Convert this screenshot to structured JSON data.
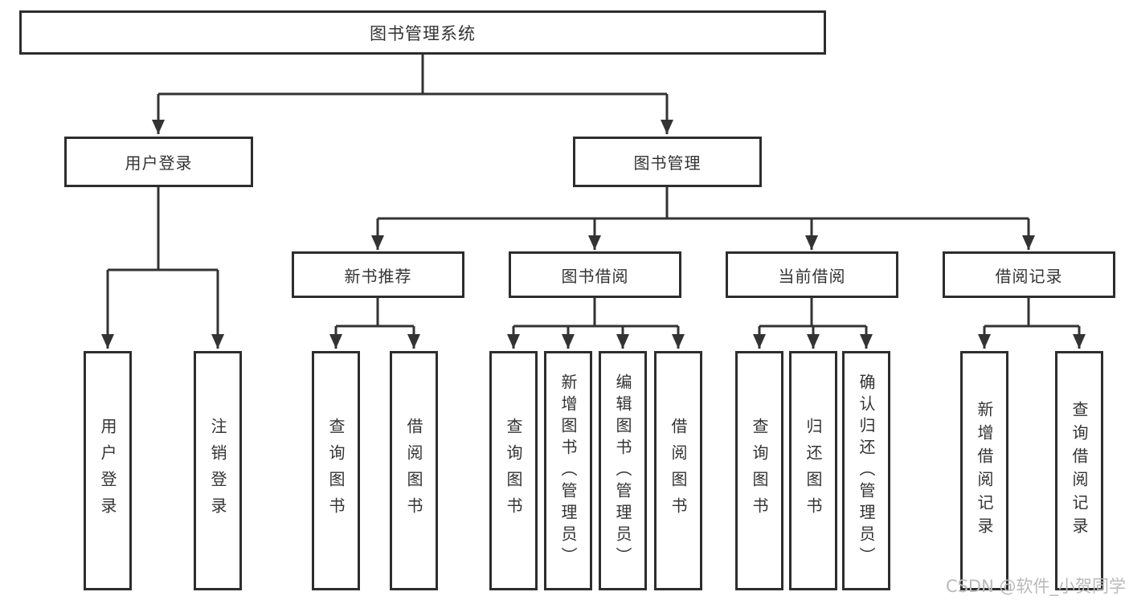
{
  "tree": {
    "root": {
      "label": "图书管理系统"
    },
    "children": [
      {
        "label": "用户登录",
        "children": [
          {
            "label": "用户登录"
          },
          {
            "label": "注销登录"
          }
        ]
      },
      {
        "label": "图书管理",
        "children": [
          {
            "label": "新书推荐",
            "children": [
              {
                "label": "查询图书"
              },
              {
                "label": "借阅图书"
              }
            ]
          },
          {
            "label": "图书借阅",
            "children": [
              {
                "label": "查询图书"
              },
              {
                "label": "新增图书（管理员）"
              },
              {
                "label": "编辑图书（管理员）"
              },
              {
                "label": "借阅图书"
              }
            ]
          },
          {
            "label": "当前借阅",
            "children": [
              {
                "label": "查询图书"
              },
              {
                "label": "归还图书"
              },
              {
                "label": "确认归还（管理员）"
              }
            ]
          },
          {
            "label": "借阅记录",
            "children": [
              {
                "label": "新增借阅记录"
              },
              {
                "label": "查询借阅记录"
              }
            ]
          }
        ]
      }
    ]
  },
  "watermark": {
    "text": "CSDN @软件_小贺同学"
  },
  "colors": {
    "background": "#ffffff",
    "line": "#333333",
    "box_border": "#2d2d2d",
    "text": "#333333",
    "watermark": "#b9b9b9"
  }
}
